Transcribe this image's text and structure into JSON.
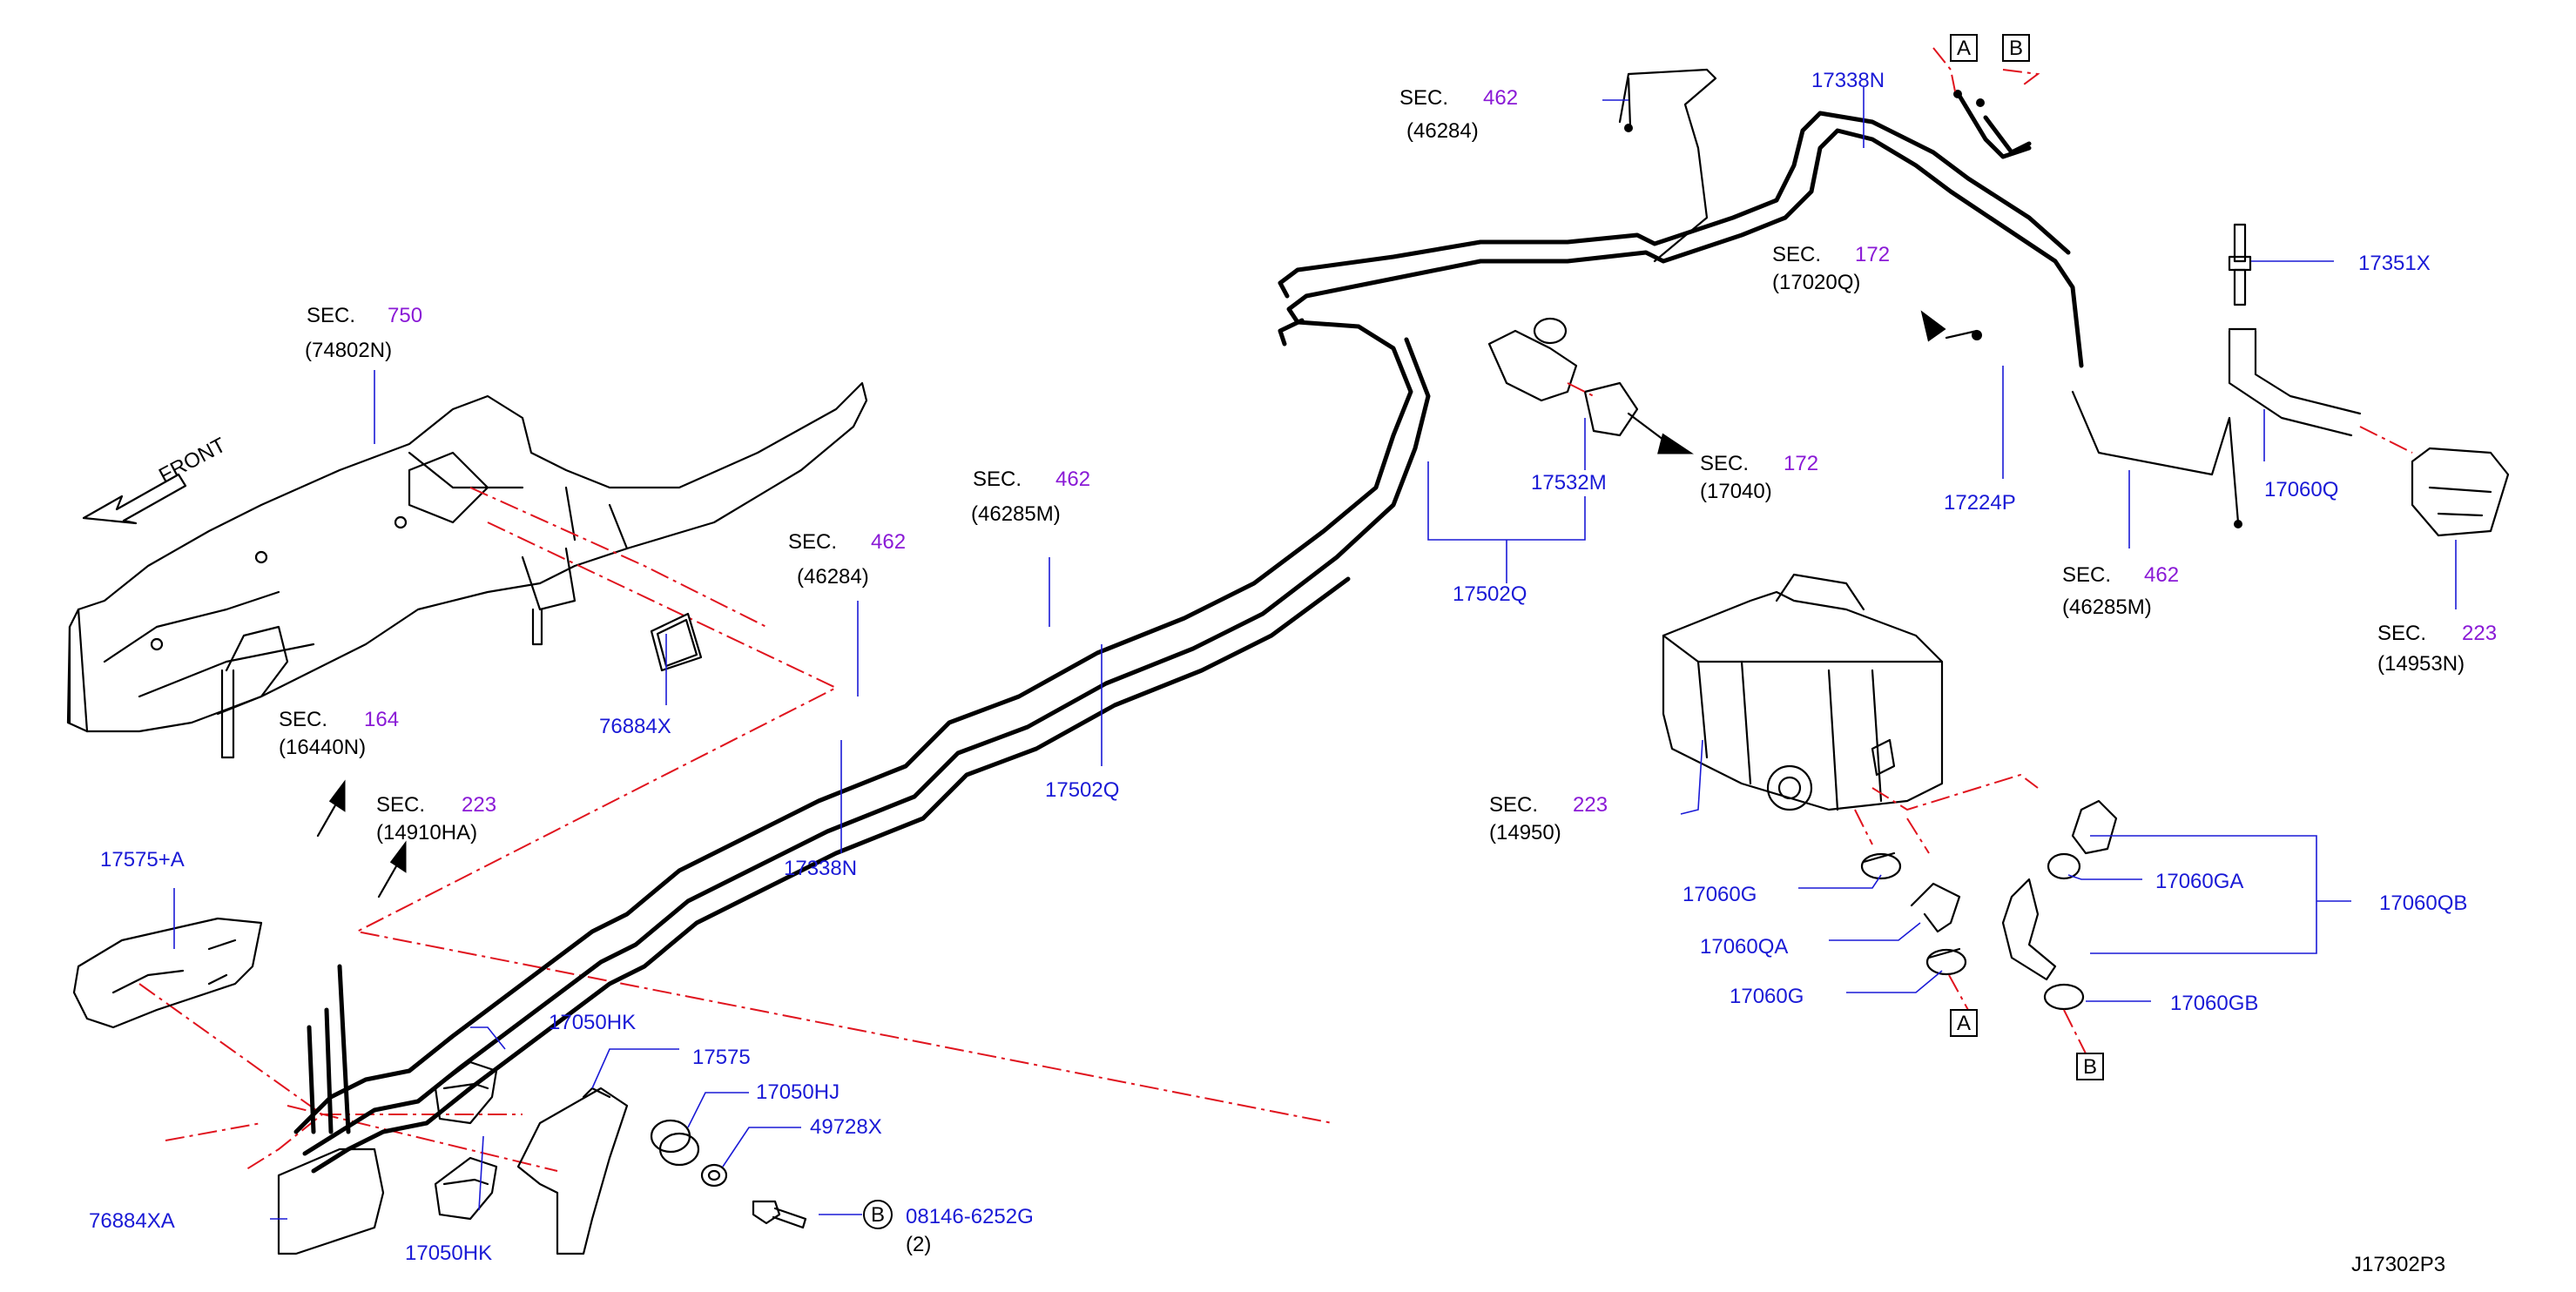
{
  "diagram_code": "J17302P3",
  "front_label": "FRONT",
  "sec_prefix": "SEC.",
  "sections": [
    {
      "id": "s750",
      "num": "750",
      "ref": "(74802N)"
    },
    {
      "id": "s164",
      "num": "164",
      "ref": "(16440N)"
    },
    {
      "id": "s223a",
      "num": "223",
      "ref": "(14910HA)"
    },
    {
      "id": "s462a",
      "num": "462",
      "ref": "(46284)"
    },
    {
      "id": "s462b",
      "num": "462",
      "ref": "(46285M)"
    },
    {
      "id": "s462c",
      "num": "462",
      "ref": "(46284)"
    },
    {
      "id": "s172a",
      "num": "172",
      "ref": "(17020Q)"
    },
    {
      "id": "s172b",
      "num": "172",
      "ref": "(17040)"
    },
    {
      "id": "s462d",
      "num": "462",
      "ref": "(46285M)"
    },
    {
      "id": "s223b",
      "num": "223",
      "ref": "(14953N)"
    },
    {
      "id": "s223c",
      "num": "223",
      "ref": "(14950)"
    }
  ],
  "parts": {
    "p76884X": "76884X",
    "p17575A": "17575+A",
    "p76884XA": "76884XA",
    "p17050HK_top": "17050HK",
    "p17050HK_bot": "17050HK",
    "p17575": "17575",
    "p17050HJ": "17050HJ",
    "p49728X": "49728X",
    "p08146": "08146-6252G",
    "p08146_qty": "(2)",
    "p17338N_low": "17338N",
    "p17502Q_low": "17502Q",
    "p17502Q_mid": "17502Q",
    "p17532M": "17532M",
    "p17338N_top": "17338N",
    "p17224P": "17224P",
    "p17351X": "17351X",
    "p17060Q": "17060Q",
    "p17060G_a": "17060G",
    "p17060QA": "17060QA",
    "p17060G_b": "17060G",
    "p17060GA": "17060GA",
    "p17060QB": "17060QB",
    "p17060GB": "17060GB"
  },
  "callouts": {
    "A": "A",
    "B": "B",
    "bolt_marker": "B"
  }
}
